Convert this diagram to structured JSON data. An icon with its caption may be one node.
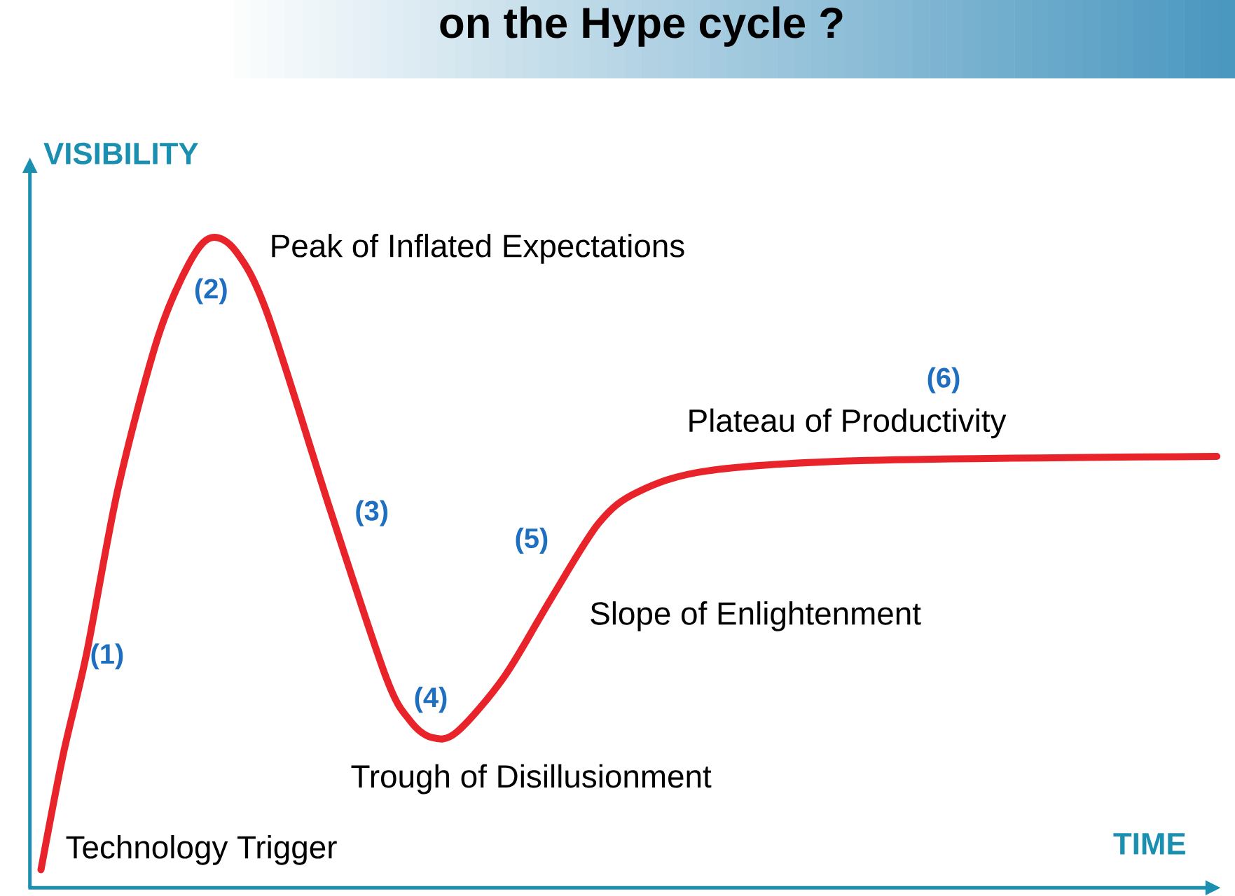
{
  "diagram": {
    "title": "on the Hype cycle ?",
    "labels": [
      "VISIBILITY",
      "Peak of Inflated Expectations",
      "(2)",
      "(6)",
      "Plateau of Productivity",
      "(3)",
      "(5)",
      "Slope of Enlightenment",
      "(1)",
      "(4)",
      "Trough of Disillusionment",
      "Technology Trigger",
      "TIME"
    ]
  }
}
